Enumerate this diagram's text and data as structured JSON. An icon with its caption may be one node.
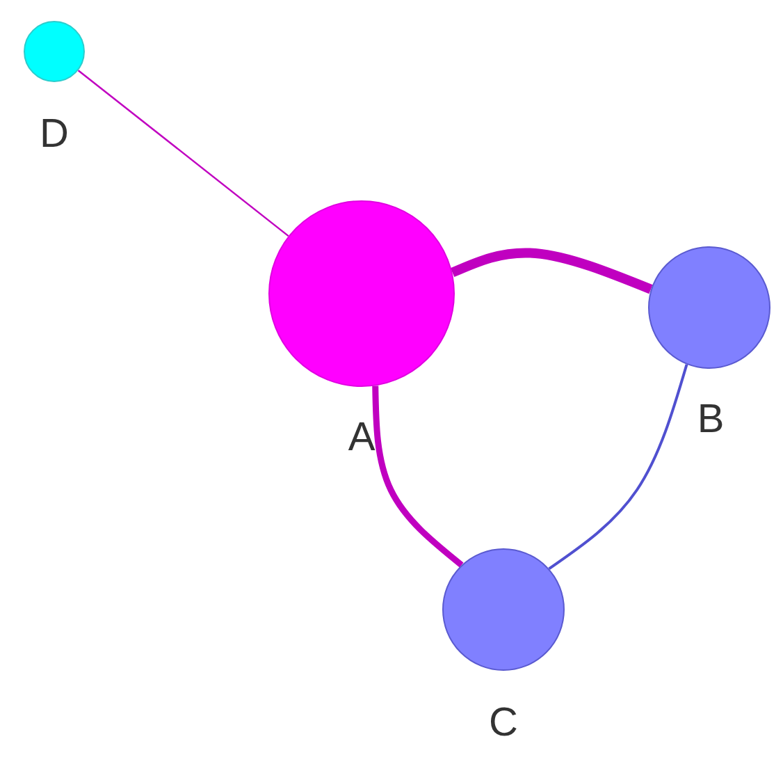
{
  "diagram": {
    "nodes": [
      {
        "text": [],
        "shape": "circle",
        "beside": [
          "D"
        ]
      },
      {
        "text": [],
        "shape": "circle",
        "beside": [
          "A"
        ]
      },
      {
        "text": [],
        "shape": "circle",
        "beside": [
          "B"
        ]
      },
      {
        "text": [],
        "shape": "circle",
        "beside": [
          "C"
        ]
      }
    ],
    "edges": [
      {
        "from": 0,
        "to": 1,
        "arrow": "none"
      },
      {
        "from": 1,
        "to": 2,
        "arrow": "none",
        "style": "thick"
      },
      {
        "from": 1,
        "to": 3,
        "arrow": "none",
        "style": "thick"
      },
      {
        "from": 2,
        "to": 3,
        "arrow": "none",
        "color": "#5050d0"
      }
    ]
  }
}
